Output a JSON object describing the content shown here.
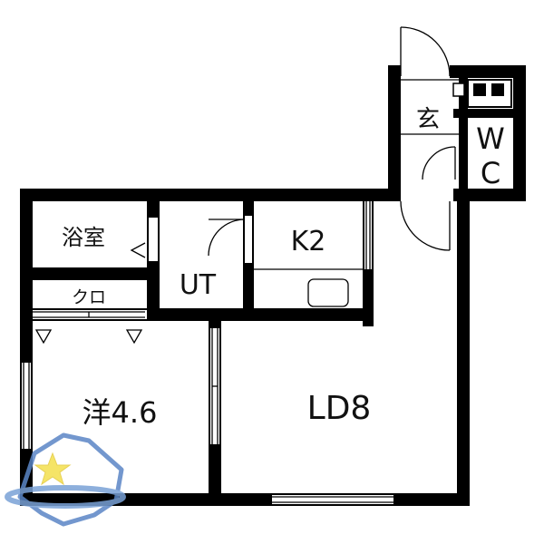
{
  "floor_plan": {
    "rooms": {
      "bath": "浴室",
      "closet": "クロ",
      "utility": "UT",
      "kitchen": "K2",
      "entrance": "玄",
      "toilet_w": "W",
      "toilet_c": "C",
      "western_room": "洋4.6",
      "living_dining": "LD8"
    }
  },
  "logo": {
    "name": "star-hokkaido-logo"
  },
  "colors": {
    "wall": "#000000",
    "background": "#ffffff",
    "logo_blue": "#5b86c6",
    "logo_star": "#f4e04d"
  }
}
